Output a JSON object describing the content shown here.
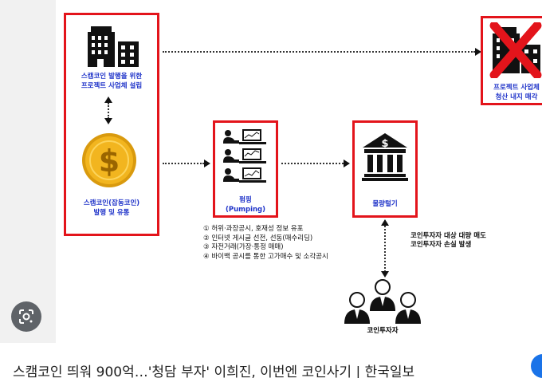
{
  "diagram": {
    "company_box": {
      "label_line1": "스캠코인 발행을 위한",
      "label_line2": "프로젝트 사업체 설립"
    },
    "coin_box": {
      "label_line1": "스캠코인(잡동코인)",
      "label_line2": "발행 및 유통"
    },
    "pumping_box": {
      "label_line1": "펌핑",
      "label_line2": "(Pumping)"
    },
    "dump_box": {
      "label": "물량털기"
    },
    "liquidation_box": {
      "label_line1": "프로젝트 사업체",
      "label_line2": "청산 내지 매각"
    },
    "pumping_steps": [
      "① 허위·과장공시, 호재성 정보 유포",
      "② 인터넷 게시글 선전, 선동(매수리딩)",
      "③ 자전거래(가장·통정 매매)",
      "④ 바이백 공시를 통한 고가매수 및 소각공시"
    ],
    "investor_effects": [
      "코인투자자 대상 대량 매도",
      "코인투자자 손실 발생"
    ],
    "investors_label": "코인투자자"
  },
  "caption": {
    "text": "스캠코인 띄워 900억…'청담 부자' 이희진, 이번엔 코인사기 | 한국일보"
  },
  "icons": {
    "building": "building-icon",
    "coin": "dollar-coin-icon",
    "traders": "trader-computer-icon",
    "bank": "bank-dollar-icon",
    "crossed_building": "crossed-building-icon",
    "investors": "investor-group-icon",
    "lens": "google-lens-icon"
  },
  "colors": {
    "box_border": "#e3141b",
    "label_blue": "#1f33c9",
    "coin_gold": "#f2b51f"
  }
}
